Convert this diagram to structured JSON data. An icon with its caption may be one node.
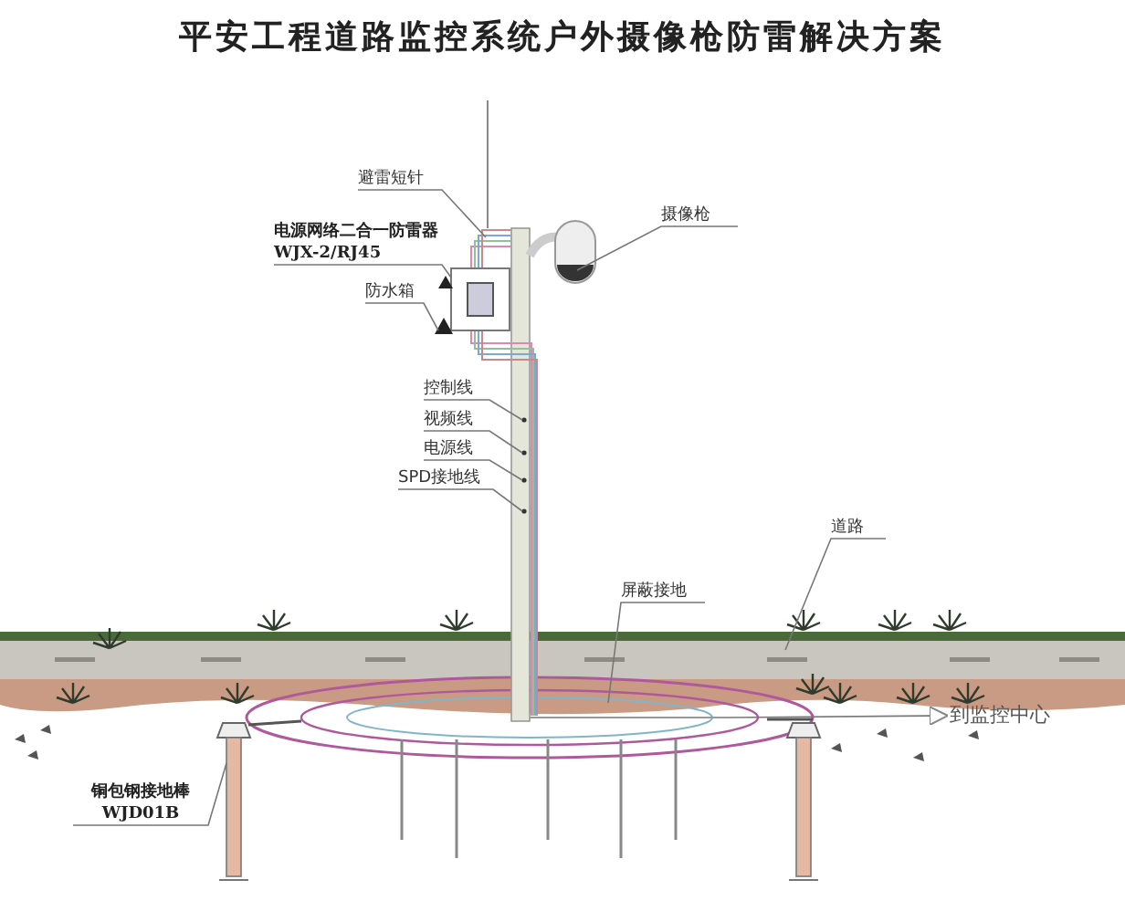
{
  "diagram": {
    "title": "平安工程道路监控系统户外摄像枪防雷解决方案",
    "nodes": [
      {
        "text": [
          "避雷短针"
        ]
      },
      {
        "text": [
          "电源网络二合一防雷器",
          "WJX-2/RJ45"
        ]
      },
      {
        "text": [
          "防水箱"
        ]
      },
      {
        "text": [
          "摄像枪"
        ]
      },
      {
        "text": [
          "控制线"
        ]
      },
      {
        "text": [
          "视频线"
        ]
      },
      {
        "text": [
          "电源线"
        ]
      },
      {
        "text": [
          "SPD接地线"
        ]
      },
      {
        "text": [
          "道路"
        ]
      },
      {
        "text": [
          "屏蔽接地"
        ]
      },
      {
        "text": [
          "到监控中心"
        ]
      },
      {
        "text": [
          "铜包钢接地棒",
          "WJD01B"
        ]
      }
    ],
    "edges": [
      {
        "from": 0,
        "to": null,
        "arrow": "none"
      },
      {
        "from": 1,
        "to": null,
        "arrow": "none"
      },
      {
        "from": 2,
        "to": null,
        "arrow": "none"
      },
      {
        "from": 3,
        "to": null,
        "arrow": "none"
      },
      {
        "from": 4,
        "to": null,
        "arrow": "none"
      },
      {
        "from": 5,
        "to": null,
        "arrow": "none"
      },
      {
        "from": 6,
        "to": null,
        "arrow": "none"
      },
      {
        "from": 7,
        "to": null,
        "arrow": "none"
      },
      {
        "from": 8,
        "to": null,
        "arrow": "none"
      },
      {
        "from": 9,
        "to": null,
        "arrow": "none"
      },
      {
        "from": null,
        "to": 10,
        "arrow": "to"
      },
      {
        "from": 11,
        "to": null,
        "arrow": "none"
      }
    ]
  }
}
